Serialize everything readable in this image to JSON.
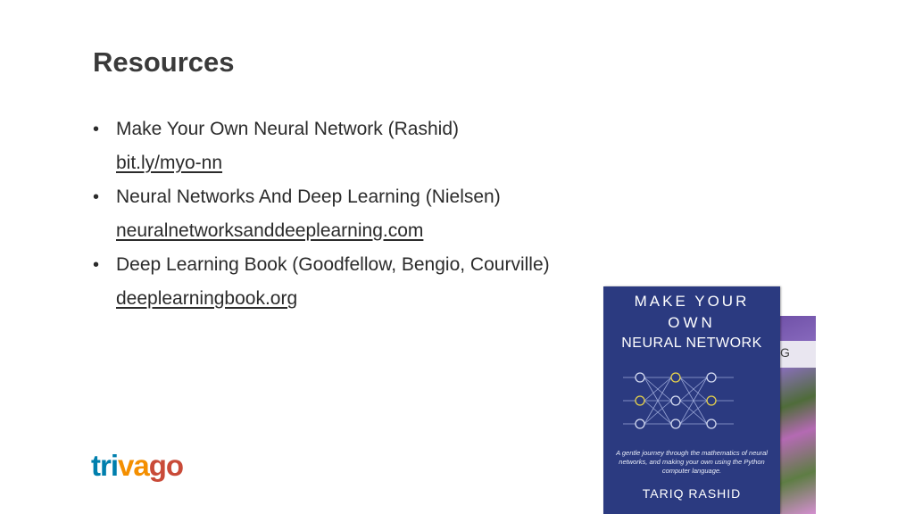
{
  "slide": {
    "title": "Resources",
    "items": [
      {
        "text": "Make Your Own Neural Network (Rashid)",
        "link": "bit.ly/myo-nn"
      },
      {
        "text": "Neural Networks And Deep Learning (Nielsen)",
        "link": "neuralnetworksanddeeplearning.com"
      },
      {
        "text": "Deep Learning Book (Goodfellow, Bengio, Courville)",
        "link": "deeplearningbook.org"
      }
    ],
    "bullet": "•"
  },
  "logo": {
    "part1": "tri",
    "part2": "va",
    "part3": "go"
  },
  "book": {
    "title_line1": "MAKE YOUR",
    "title_line2": "OWN",
    "title_line3": "NEURAL NETWORK",
    "blurb": "A gentle journey through the mathematics of neural networks, and making your own using the Python computer language.",
    "author": "TARIQ RASHID",
    "cover_color": "#2b3a80"
  },
  "back_book": {
    "letter": "G"
  }
}
